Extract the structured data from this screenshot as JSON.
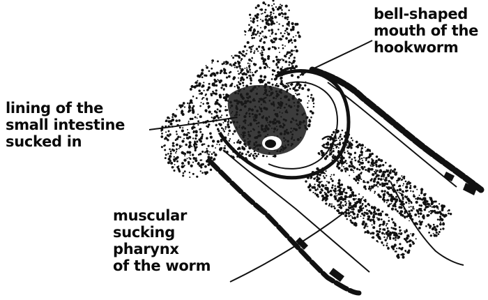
{
  "diagram": {
    "labels": {
      "mouth": [
        "bell-shaped",
        "mouth of the",
        "hookworm"
      ],
      "lining": [
        "lining of the",
        "small intestine",
        "sucked in"
      ],
      "pharynx": [
        "muscular",
        "sucking",
        "pharynx",
        "of the worm"
      ]
    },
    "colors": {
      "ink": "#0a0a0a",
      "background": "#ffffff"
    }
  }
}
